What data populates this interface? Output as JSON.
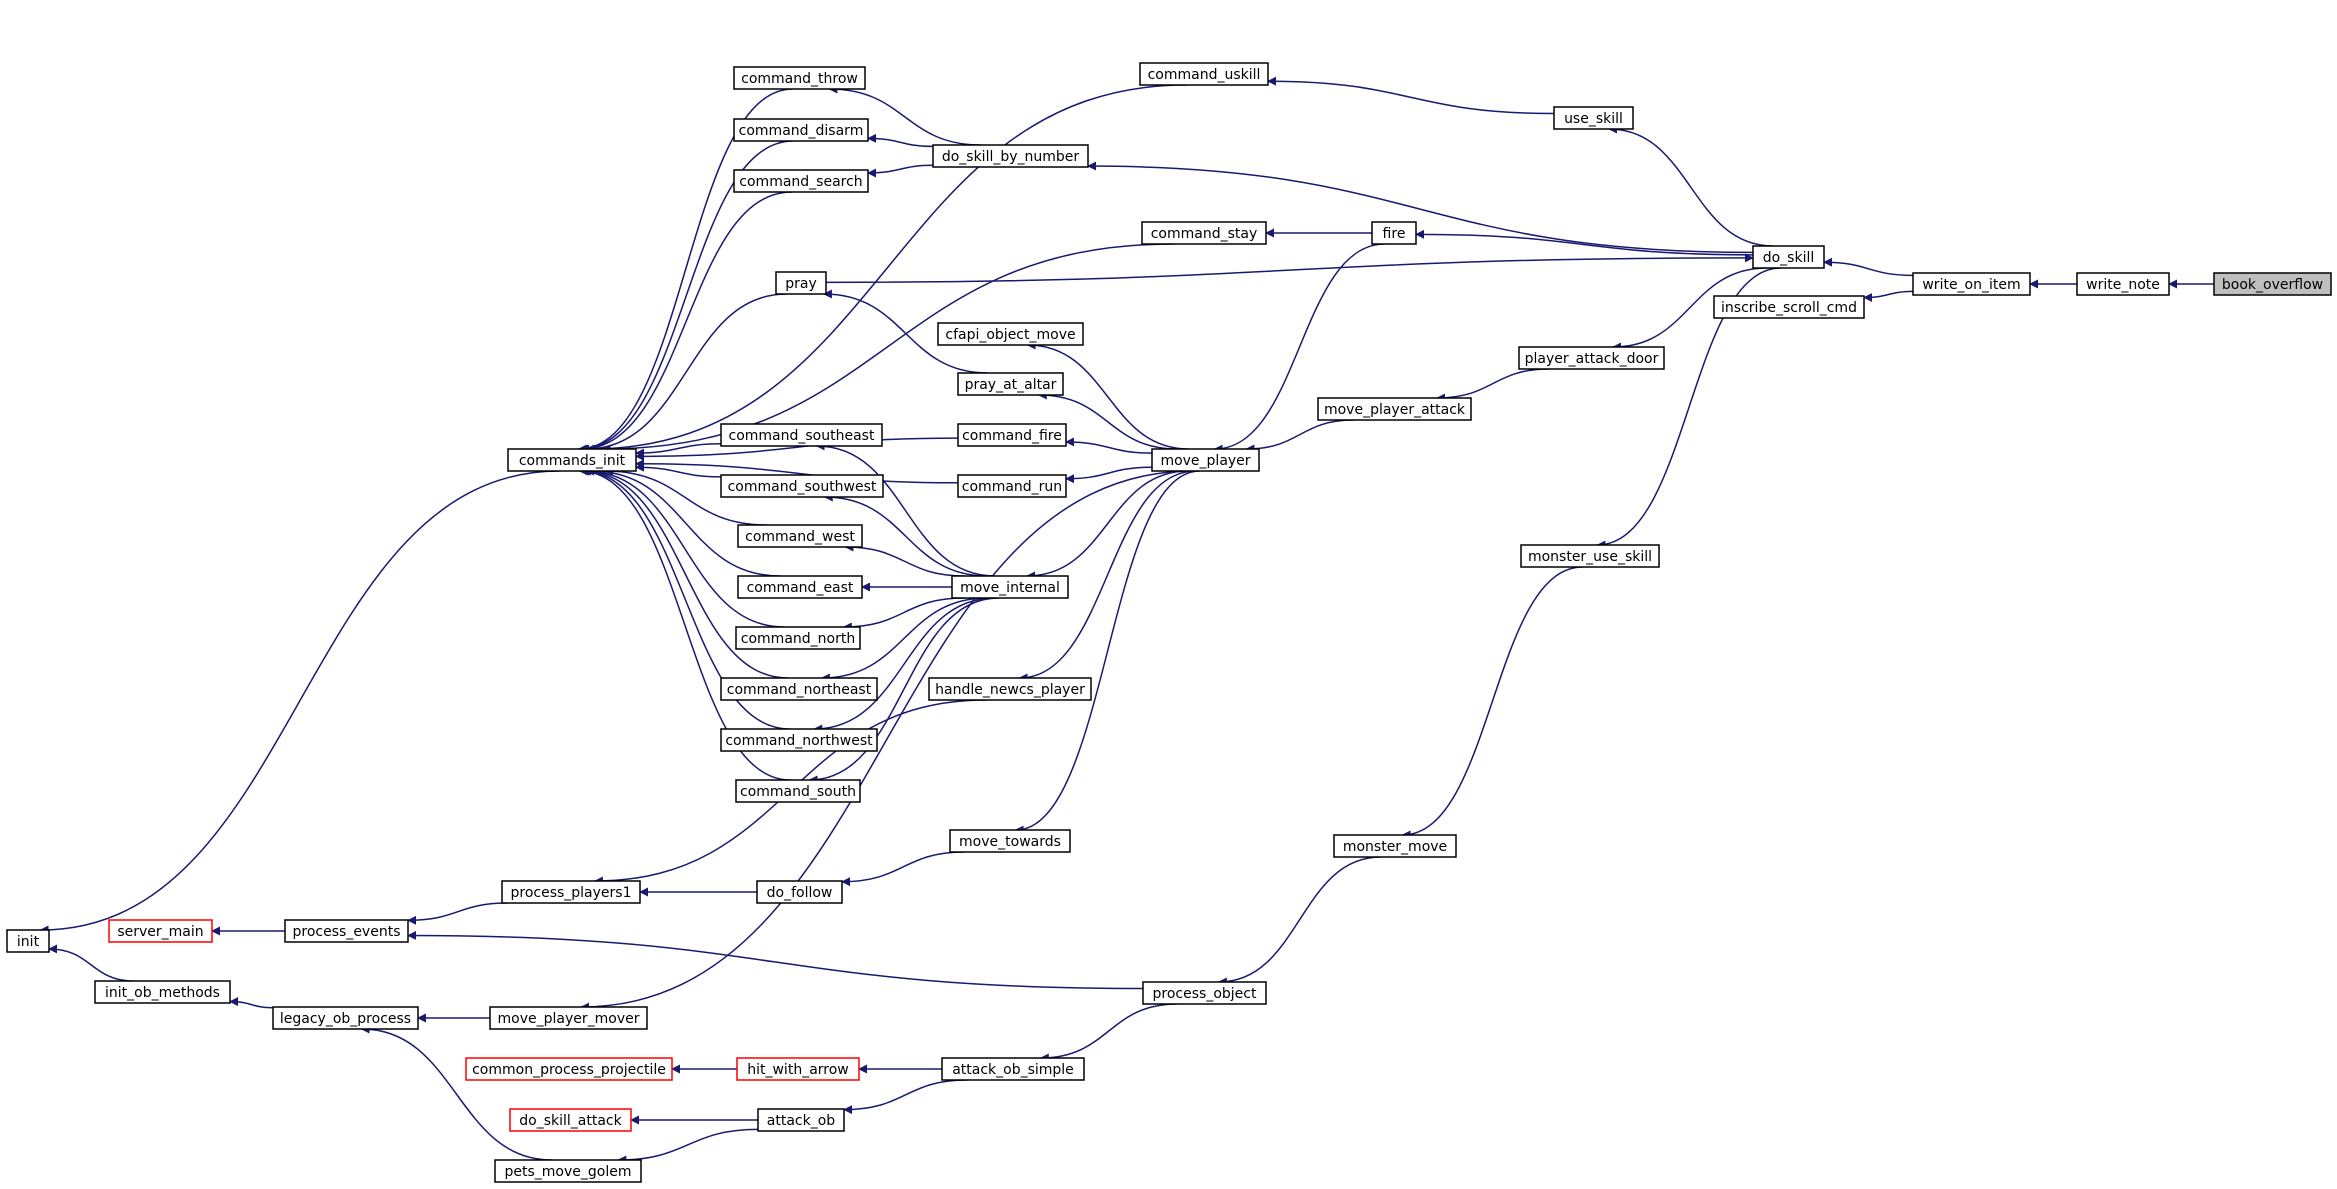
{
  "diagram": {
    "colors": {
      "edge": "#191970",
      "node_border": "#000000",
      "external_border": "#ff0000",
      "selected_fill": "#bfbfbf"
    },
    "nodes": [
      {
        "id": "book_overflow",
        "label": "book_overflow",
        "style": "selected"
      },
      {
        "id": "write_note",
        "label": "write_note"
      },
      {
        "id": "write_on_item",
        "label": "write_on_item"
      },
      {
        "id": "do_skill",
        "label": "do_skill"
      },
      {
        "id": "inscribe_scroll_cmd",
        "label": "inscribe_scroll_cmd"
      },
      {
        "id": "use_skill",
        "label": "use_skill"
      },
      {
        "id": "command_uskill",
        "label": "command_uskill"
      },
      {
        "id": "do_skill_by_number",
        "label": "do_skill_by_number"
      },
      {
        "id": "command_throw",
        "label": "command_throw"
      },
      {
        "id": "command_disarm",
        "label": "command_disarm"
      },
      {
        "id": "command_search",
        "label": "command_search"
      },
      {
        "id": "fire",
        "label": "fire"
      },
      {
        "id": "command_stay",
        "label": "command_stay"
      },
      {
        "id": "pray",
        "label": "pray"
      },
      {
        "id": "player_attack_door",
        "label": "player_attack_door"
      },
      {
        "id": "move_player_attack",
        "label": "move_player_attack"
      },
      {
        "id": "move_player",
        "label": "move_player"
      },
      {
        "id": "cfapi_object_move",
        "label": "cfapi_object_move"
      },
      {
        "id": "pray_at_altar",
        "label": "pray_at_altar"
      },
      {
        "id": "command_fire",
        "label": "command_fire"
      },
      {
        "id": "command_run",
        "label": "command_run"
      },
      {
        "id": "commands_init",
        "label": "commands_init"
      },
      {
        "id": "command_southeast",
        "label": "command_southeast"
      },
      {
        "id": "command_southwest",
        "label": "command_southwest"
      },
      {
        "id": "command_west",
        "label": "command_west"
      },
      {
        "id": "command_east",
        "label": "command_east"
      },
      {
        "id": "command_north",
        "label": "command_north"
      },
      {
        "id": "command_northeast",
        "label": "command_northeast"
      },
      {
        "id": "command_northwest",
        "label": "command_northwest"
      },
      {
        "id": "command_south",
        "label": "command_south"
      },
      {
        "id": "move_internal",
        "label": "move_internal"
      },
      {
        "id": "handle_newcs_player",
        "label": "handle_newcs_player"
      },
      {
        "id": "monster_use_skill",
        "label": "monster_use_skill"
      },
      {
        "id": "move_towards",
        "label": "move_towards"
      },
      {
        "id": "monster_move",
        "label": "monster_move"
      },
      {
        "id": "process_players1",
        "label": "process_players1"
      },
      {
        "id": "do_follow",
        "label": "do_follow"
      },
      {
        "id": "server_main",
        "label": "server_main",
        "style": "external"
      },
      {
        "id": "process_events",
        "label": "process_events"
      },
      {
        "id": "init",
        "label": "init"
      },
      {
        "id": "init_ob_methods",
        "label": "init_ob_methods"
      },
      {
        "id": "process_object",
        "label": "process_object"
      },
      {
        "id": "legacy_ob_process",
        "label": "legacy_ob_process"
      },
      {
        "id": "move_player_mover",
        "label": "move_player_mover"
      },
      {
        "id": "common_process_projectile",
        "label": "common_process_projectile",
        "style": "external"
      },
      {
        "id": "hit_with_arrow",
        "label": "hit_with_arrow",
        "style": "external"
      },
      {
        "id": "attack_ob_simple",
        "label": "attack_ob_simple"
      },
      {
        "id": "do_skill_attack",
        "label": "do_skill_attack",
        "style": "external"
      },
      {
        "id": "attack_ob",
        "label": "attack_ob"
      },
      {
        "id": "pets_move_golem",
        "label": "pets_move_golem"
      }
    ],
    "edges": [
      {
        "from": "write_note",
        "to": "book_overflow"
      },
      {
        "from": "write_on_item",
        "to": "write_note"
      },
      {
        "from": "do_skill",
        "to": "write_on_item"
      },
      {
        "from": "inscribe_scroll_cmd",
        "to": "write_on_item"
      },
      {
        "from": "use_skill",
        "to": "do_skill"
      },
      {
        "from": "do_skill_by_number",
        "to": "do_skill"
      },
      {
        "from": "fire",
        "to": "do_skill"
      },
      {
        "from": "do_skill",
        "to": "pray"
      },
      {
        "from": "player_attack_door",
        "to": "do_skill"
      },
      {
        "from": "monster_use_skill",
        "to": "do_skill"
      },
      {
        "from": "command_uskill",
        "to": "use_skill"
      },
      {
        "from": "command_throw",
        "to": "do_skill_by_number"
      },
      {
        "from": "command_disarm",
        "to": "do_skill_by_number"
      },
      {
        "from": "command_search",
        "to": "do_skill_by_number"
      },
      {
        "from": "command_stay",
        "to": "fire"
      },
      {
        "from": "move_player",
        "to": "fire"
      },
      {
        "from": "move_player_attack",
        "to": "player_attack_door"
      },
      {
        "from": "move_player",
        "to": "move_player_attack"
      },
      {
        "from": "cfapi_object_move",
        "to": "move_player"
      },
      {
        "from": "pray_at_altar",
        "to": "move_player"
      },
      {
        "from": "command_fire",
        "to": "move_player"
      },
      {
        "from": "command_run",
        "to": "move_player"
      },
      {
        "from": "move_internal",
        "to": "move_player"
      },
      {
        "from": "handle_newcs_player",
        "to": "move_player"
      },
      {
        "from": "move_towards",
        "to": "move_player"
      },
      {
        "from": "move_player_mover",
        "to": "move_player"
      },
      {
        "from": "pray",
        "to": "pray_at_altar"
      },
      {
        "from": "commands_init",
        "to": "command_uskill"
      },
      {
        "from": "commands_init",
        "to": "command_throw"
      },
      {
        "from": "commands_init",
        "to": "command_disarm"
      },
      {
        "from": "commands_init",
        "to": "command_search"
      },
      {
        "from": "commands_init",
        "to": "command_stay"
      },
      {
        "from": "commands_init",
        "to": "pray"
      },
      {
        "from": "commands_init",
        "to": "command_fire"
      },
      {
        "from": "commands_init",
        "to": "command_run"
      },
      {
        "from": "commands_init",
        "to": "command_southeast"
      },
      {
        "from": "commands_init",
        "to": "command_southwest"
      },
      {
        "from": "commands_init",
        "to": "command_west"
      },
      {
        "from": "commands_init",
        "to": "command_east"
      },
      {
        "from": "commands_init",
        "to": "command_north"
      },
      {
        "from": "commands_init",
        "to": "command_northeast"
      },
      {
        "from": "commands_init",
        "to": "command_northwest"
      },
      {
        "from": "commands_init",
        "to": "command_south"
      },
      {
        "from": "command_southeast",
        "to": "move_internal"
      },
      {
        "from": "command_southwest",
        "to": "move_internal"
      },
      {
        "from": "command_west",
        "to": "move_internal"
      },
      {
        "from": "command_east",
        "to": "move_internal"
      },
      {
        "from": "command_north",
        "to": "move_internal"
      },
      {
        "from": "command_northeast",
        "to": "move_internal"
      },
      {
        "from": "command_northwest",
        "to": "move_internal"
      },
      {
        "from": "command_south",
        "to": "move_internal"
      },
      {
        "from": "process_players1",
        "to": "handle_newcs_player"
      },
      {
        "from": "monster_move",
        "to": "monster_use_skill"
      },
      {
        "from": "do_follow",
        "to": "move_towards"
      },
      {
        "from": "process_object",
        "to": "monster_move"
      },
      {
        "from": "process_events",
        "to": "process_players1"
      },
      {
        "from": "process_players1",
        "to": "do_follow"
      },
      {
        "from": "server_main",
        "to": "process_events"
      },
      {
        "from": "init",
        "to": "commands_init"
      },
      {
        "from": "init",
        "to": "init_ob_methods"
      },
      {
        "from": "process_events",
        "to": "process_object"
      },
      {
        "from": "attack_ob_simple",
        "to": "process_object"
      },
      {
        "from": "init_ob_methods",
        "to": "legacy_ob_process"
      },
      {
        "from": "legacy_ob_process",
        "to": "move_player_mover"
      },
      {
        "from": "legacy_ob_process",
        "to": "pets_move_golem"
      },
      {
        "from": "common_process_projectile",
        "to": "hit_with_arrow"
      },
      {
        "from": "hit_with_arrow",
        "to": "attack_ob_simple"
      },
      {
        "from": "attack_ob",
        "to": "attack_ob_simple"
      },
      {
        "from": "do_skill_attack",
        "to": "attack_ob"
      },
      {
        "from": "pets_move_golem",
        "to": "attack_ob"
      }
    ]
  }
}
